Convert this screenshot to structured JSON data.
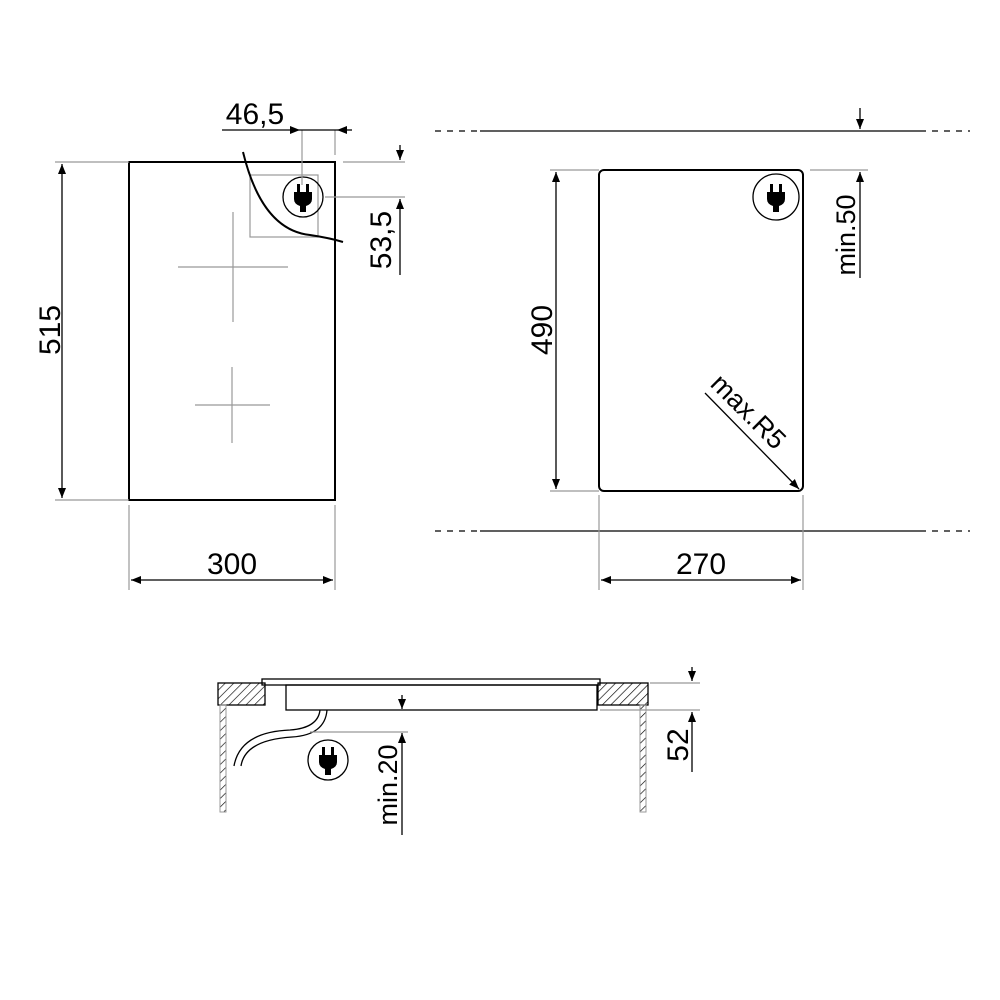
{
  "top_view": {
    "height_label": "515",
    "width_label": "300",
    "plug_offset_x_label": "46,5",
    "plug_offset_y_label": "53,5"
  },
  "cutout_view": {
    "height_label": "490",
    "width_label": "270",
    "clearance_label": "min.50",
    "radius_label": "max.R5"
  },
  "section_view": {
    "clearance_label": "min.20",
    "depth_label": "52"
  },
  "icons": [
    "plug-icon"
  ]
}
